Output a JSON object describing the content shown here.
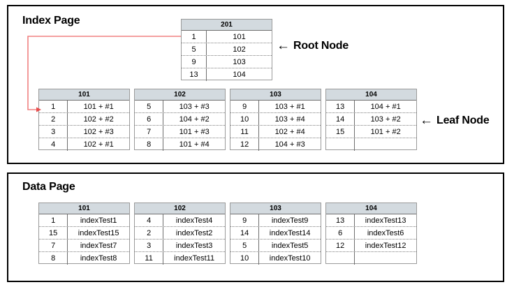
{
  "sections": {
    "index": {
      "title": "Index Page"
    },
    "data": {
      "title": "Data Page"
    }
  },
  "annotations": {
    "root": {
      "arrow": "left-arrow-icon",
      "glyph": "←",
      "label": "Root Node"
    },
    "leaf": {
      "arrow": "left-arrow-icon",
      "glyph": "←",
      "label": "Leaf Node"
    }
  },
  "colors": {
    "header_fill": "#d3dadf",
    "border": "#9a9a9a",
    "connector": "#f08080",
    "text": "#000000",
    "panel_border": "#000000"
  },
  "index_page": {
    "root_node": {
      "id": "201",
      "rows": [
        {
          "key": "1",
          "value": "101"
        },
        {
          "key": "5",
          "value": "102"
        },
        {
          "key": "9",
          "value": "103"
        },
        {
          "key": "13",
          "value": "104"
        }
      ]
    },
    "leaf_nodes": [
      {
        "id": "101",
        "rows": [
          {
            "key": "1",
            "value": "101 + #1"
          },
          {
            "key": "2",
            "value": "102 + #2"
          },
          {
            "key": "3",
            "value": "102 + #3"
          },
          {
            "key": "4",
            "value": "102 + #1"
          }
        ]
      },
      {
        "id": "102",
        "rows": [
          {
            "key": "5",
            "value": "103 + #3"
          },
          {
            "key": "6",
            "value": "104 + #2"
          },
          {
            "key": "7",
            "value": "101 + #3"
          },
          {
            "key": "8",
            "value": "101 + #4"
          }
        ]
      },
      {
        "id": "103",
        "rows": [
          {
            "key": "9",
            "value": "103 + #1"
          },
          {
            "key": "10",
            "value": "103 + #4"
          },
          {
            "key": "11",
            "value": "102 + #4"
          },
          {
            "key": "12",
            "value": "104 + #3"
          }
        ]
      },
      {
        "id": "104",
        "rows": [
          {
            "key": "13",
            "value": "104 + #1"
          },
          {
            "key": "14",
            "value": "103 + #2"
          },
          {
            "key": "15",
            "value": "101 + #2"
          },
          {
            "key": "",
            "value": ""
          }
        ]
      }
    ]
  },
  "data_page": {
    "pages": [
      {
        "id": "101",
        "rows": [
          {
            "key": "1",
            "value": "indexTest1"
          },
          {
            "key": "15",
            "value": "indexTest15"
          },
          {
            "key": "7",
            "value": "indexTest7"
          },
          {
            "key": "8",
            "value": "indexTest8"
          }
        ]
      },
      {
        "id": "102",
        "rows": [
          {
            "key": "4",
            "value": "indexTest4"
          },
          {
            "key": "2",
            "value": "indexTest2"
          },
          {
            "key": "3",
            "value": "indexTest3"
          },
          {
            "key": "11",
            "value": "indexTest11"
          }
        ]
      },
      {
        "id": "103",
        "rows": [
          {
            "key": "9",
            "value": "indexTest9"
          },
          {
            "key": "14",
            "value": "indexTest14"
          },
          {
            "key": "5",
            "value": "indexTest5"
          },
          {
            "key": "10",
            "value": "indexTest10"
          }
        ]
      },
      {
        "id": "104",
        "rows": [
          {
            "key": "13",
            "value": "indexTest13"
          },
          {
            "key": "6",
            "value": "indexTest6"
          },
          {
            "key": "12",
            "value": "indexTest12"
          },
          {
            "key": "",
            "value": ""
          }
        ]
      }
    ]
  }
}
